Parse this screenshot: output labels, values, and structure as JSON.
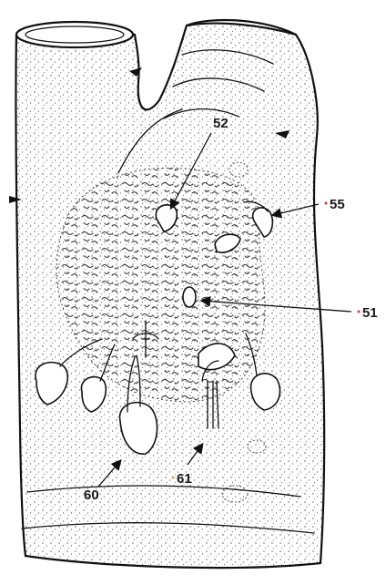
{
  "labels": {
    "l52": "52",
    "l55": "55",
    "l51": "51",
    "l60": "60",
    "l61": "61"
  },
  "colors": {
    "ink": "#111111",
    "stipple": "#555555",
    "marker": "#d13b3b"
  }
}
